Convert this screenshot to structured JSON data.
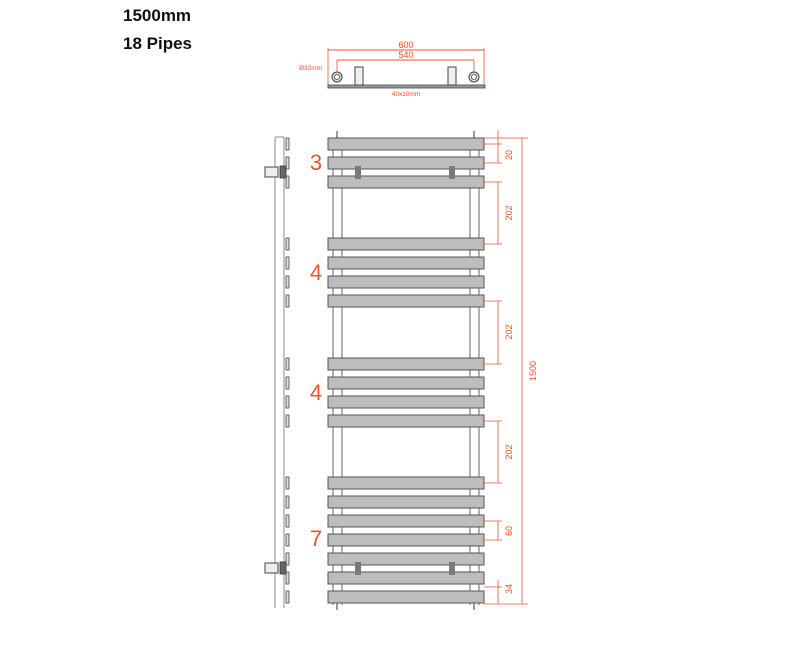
{
  "header": {
    "height_label": "1500mm",
    "pipes_label": "18 Pipes"
  },
  "colors": {
    "dimension": "#e8542a",
    "bar_fill": "#bdbdbd",
    "bar_stroke": "#555555",
    "bracket_fill": "#7a7a7a"
  },
  "top_view": {
    "overall_width": "600",
    "centres_width": "540",
    "pipe_diameter": "Ø32mm",
    "bar_section": "40x10mm"
  },
  "front_view": {
    "group_counts": [
      "3",
      "4",
      "4",
      "7"
    ],
    "dimensions": {
      "top_offset": "20",
      "gap_1": "202",
      "gap_2": "202",
      "gap_3": "202",
      "bar_pitch": "60",
      "bottom_offset": "34",
      "total_height": "1500"
    }
  }
}
